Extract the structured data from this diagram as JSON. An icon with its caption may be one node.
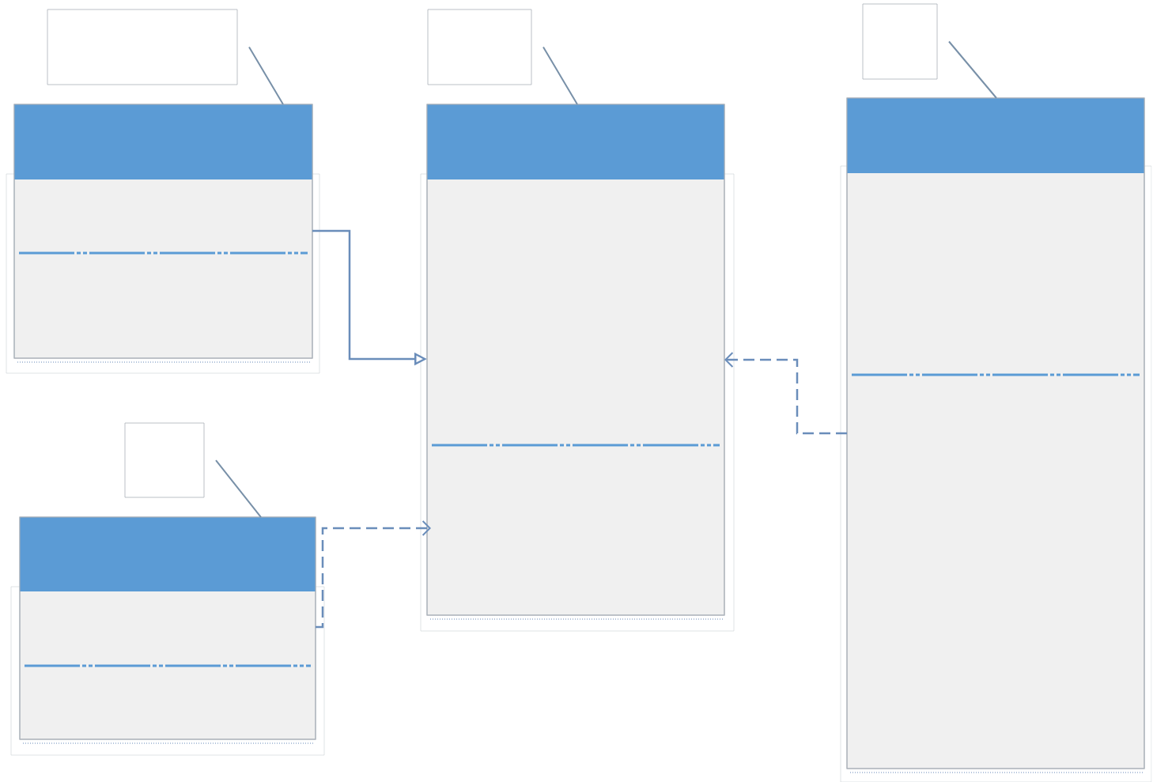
{
  "diagram": {
    "nodes": [
      {
        "text": [],
        "shape": "box"
      },
      {
        "text": [],
        "shape": "box"
      },
      {
        "text": [],
        "shape": "box"
      },
      {
        "text": [],
        "shape": "box"
      },
      {
        "text": [],
        "shape": "box"
      },
      {
        "text": [],
        "shape": "box"
      },
      {
        "text": [],
        "shape": "box"
      },
      {
        "text": [],
        "shape": "box"
      }
    ],
    "edges": [
      {
        "from": 0,
        "to": 1,
        "arrow": "none"
      },
      {
        "from": 2,
        "to": 3,
        "arrow": "none"
      },
      {
        "from": 4,
        "to": 5,
        "arrow": "none"
      },
      {
        "from": 6,
        "to": 7,
        "arrow": "none"
      },
      {
        "from": 1,
        "to": 3,
        "arrow": "to"
      },
      {
        "from": 7,
        "to": 3,
        "arrow": "to",
        "style": "dashed"
      },
      {
        "from": 5,
        "to": 3,
        "arrow": "to",
        "style": "dashed"
      }
    ]
  }
}
